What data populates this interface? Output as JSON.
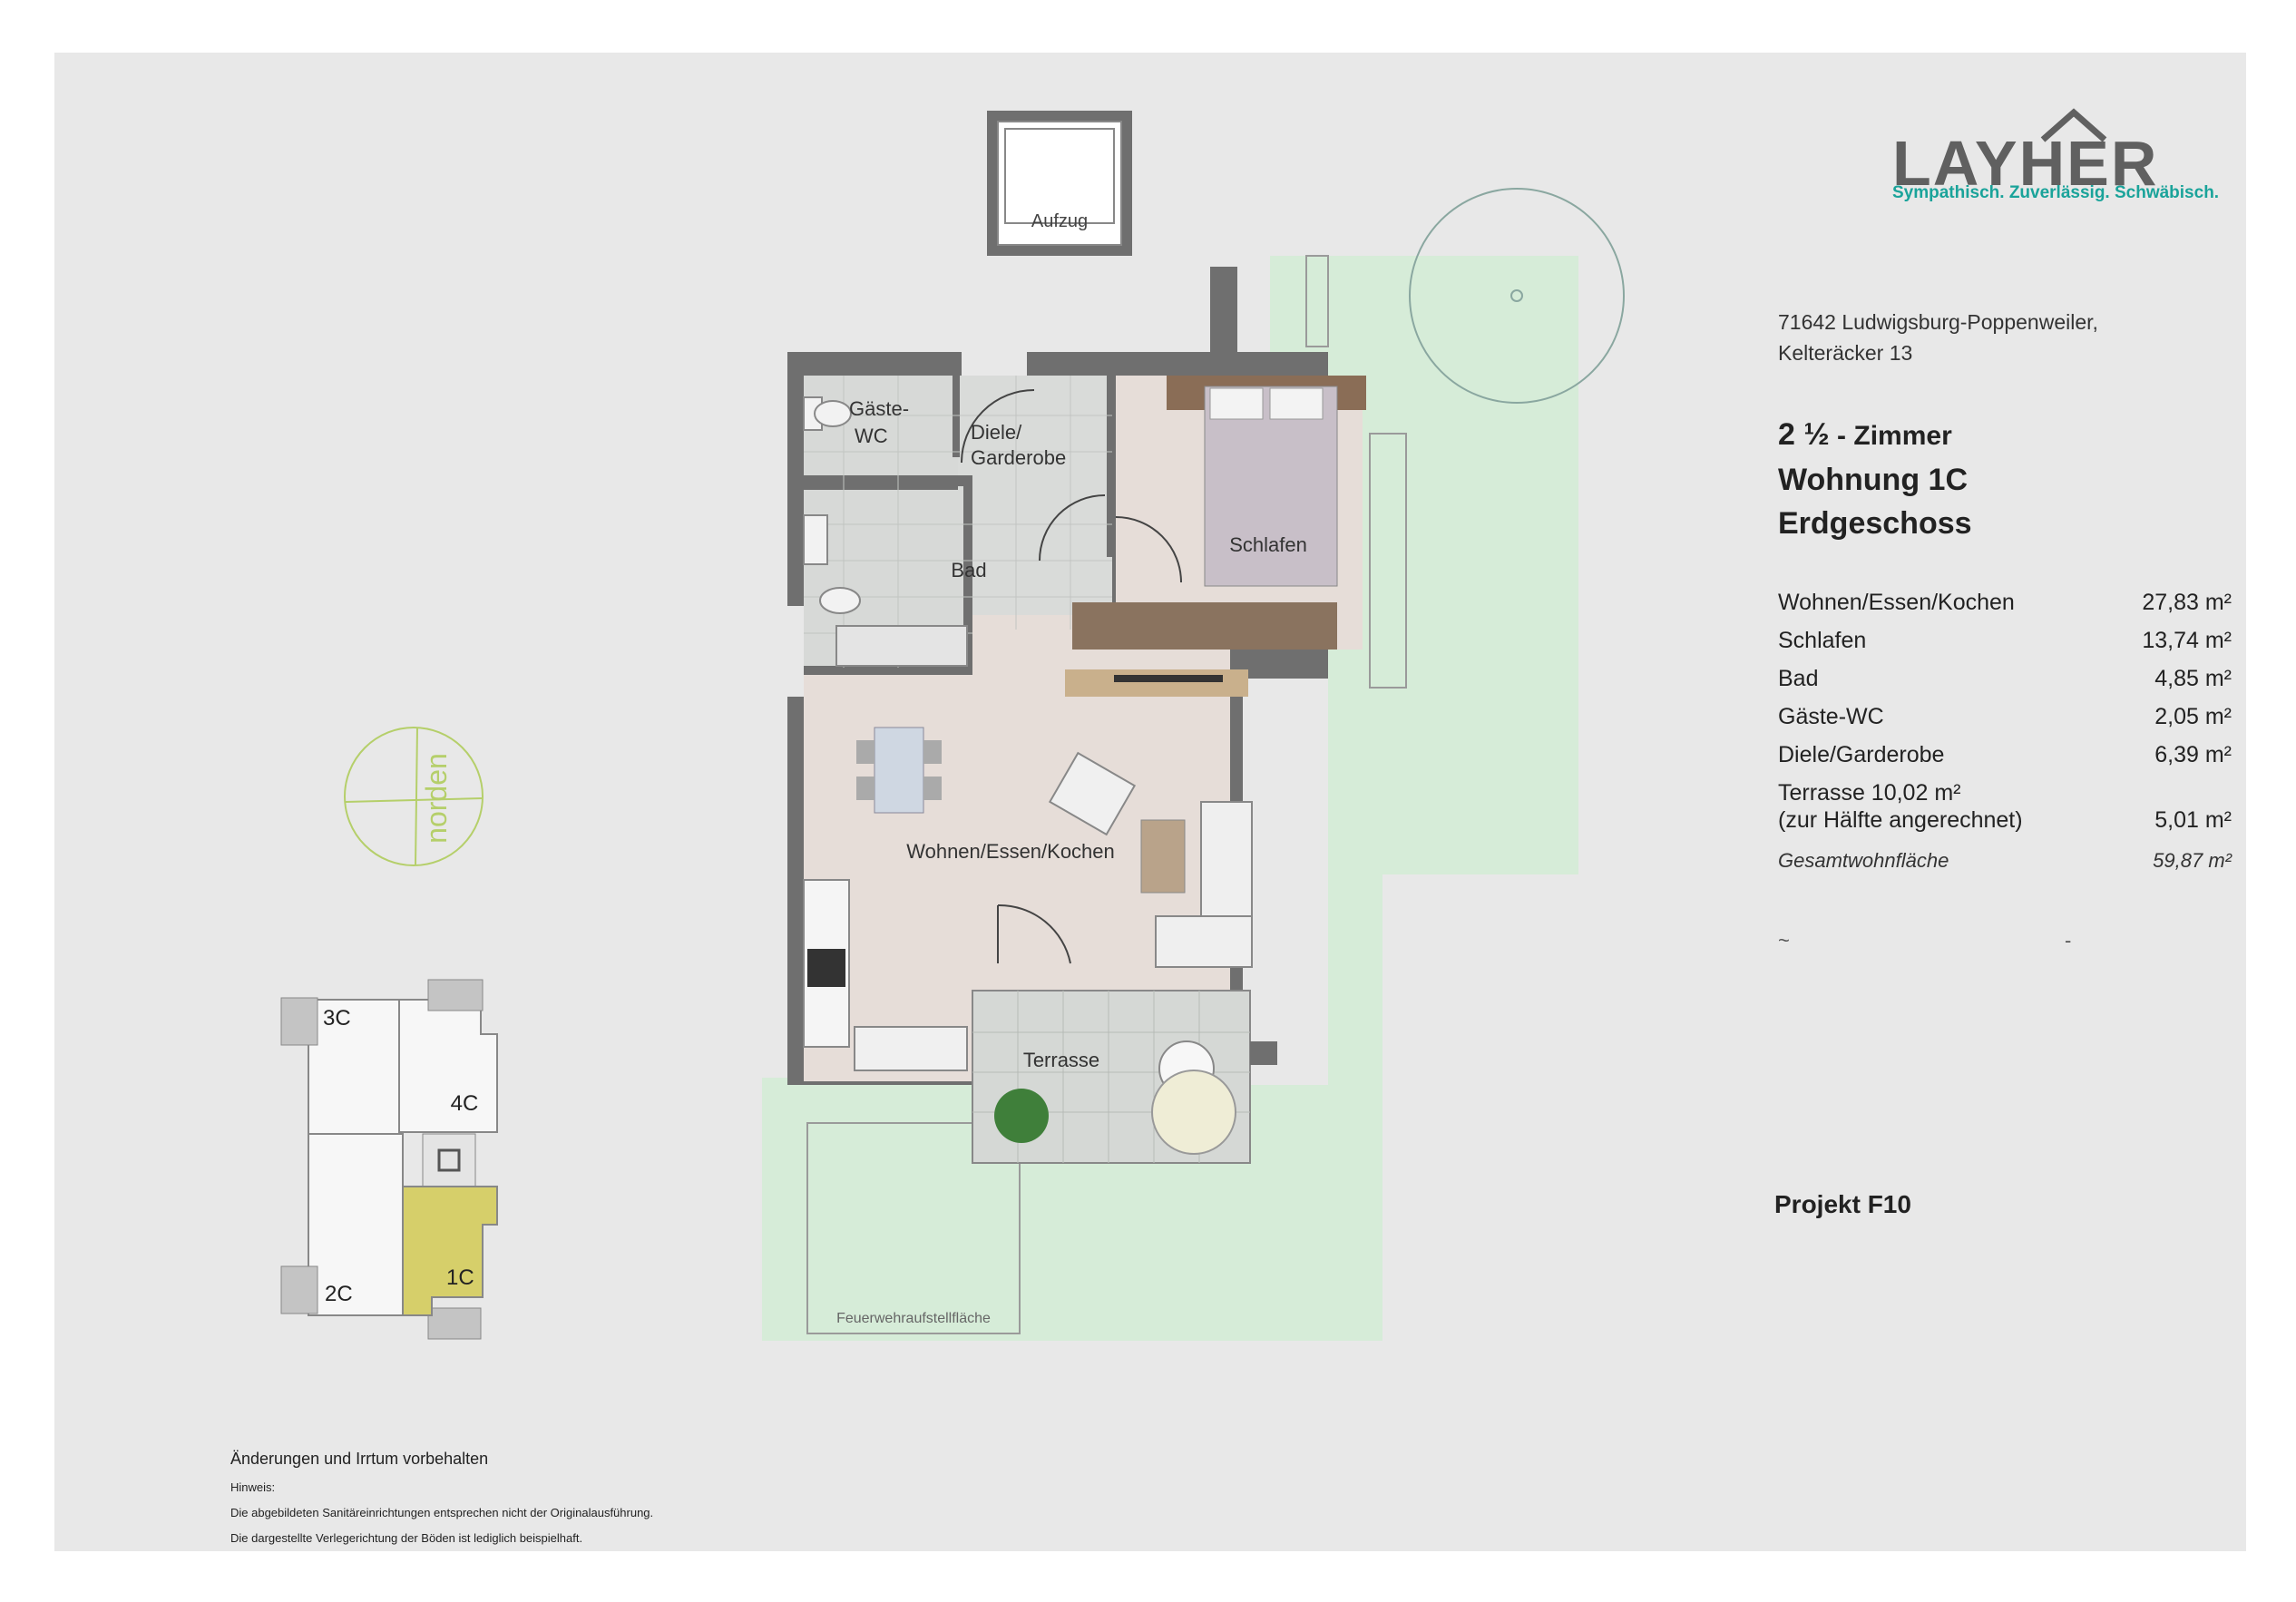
{
  "logo": {
    "wordmark": "LAYHER",
    "slogan": "Sympathisch. Zuverlässig. Schwäbisch."
  },
  "address": {
    "line1": "71642 Ludwigsburg-Poppenweiler,",
    "line2": "Kelteräcker 13"
  },
  "heading": {
    "rooms_number": "2 ½",
    "rooms_suffix": " - Zimmer",
    "unit": "Wohnung 1C",
    "floor": "Erdgeschoss"
  },
  "areas": [
    {
      "label": "Wohnen/Essen/Kochen",
      "value": "27,83 m²"
    },
    {
      "label": "Schlafen",
      "value": "13,74 m²"
    },
    {
      "label": "Bad",
      "value": "4,85 m²"
    },
    {
      "label": "Gäste-WC",
      "value": "2,05 m²"
    },
    {
      "label": "Diele/Garderobe",
      "value": "6,39 m²"
    },
    {
      "label": "Terrasse 10,02 m²",
      "label2": "(zur Hälfte angerechnet)",
      "value": "5,01 m²"
    }
  ],
  "total": {
    "label": "Gesamtwohnfläche",
    "value": "59,87 m²"
  },
  "marks": {
    "tilde": "~",
    "dash": "-"
  },
  "project": "Projekt F10",
  "plan_labels": {
    "elevator": "Aufzug",
    "guest_wc_1": "Gäste-",
    "guest_wc_2": "WC",
    "hall_1": "Diele/",
    "hall_2": "Garderobe",
    "bath": "Bad",
    "bedroom": "Schlafen",
    "living": "Wohnen/Essen/Kochen",
    "terrace": "Terrasse",
    "fire_area": "Feuerwehraufstellfläche",
    "north": "norden"
  },
  "keyplan": {
    "units": [
      "3C",
      "4C",
      "2C",
      "1C"
    ],
    "highlight": "1C"
  },
  "footer": {
    "disclaimer": "Änderungen und Irrtum vorbehalten",
    "hint_title": "Hinweis:",
    "hint_1": "Die abgebildeten Sanitäreinrichtungen entsprechen nicht der Originalausführung.",
    "hint_2": "Die dargestellte Verlegerichtung der Böden ist lediglich beispielhaft."
  },
  "colors": {
    "sheet": "#e8e8e8",
    "wall": "#6f6f6f",
    "floor": "#e6ddd8",
    "garden": "#d6ecd8",
    "tile": "#d5d8d5",
    "keyplan_highlight": "#d6cf6a",
    "logo_accent": "#1aa39a"
  }
}
